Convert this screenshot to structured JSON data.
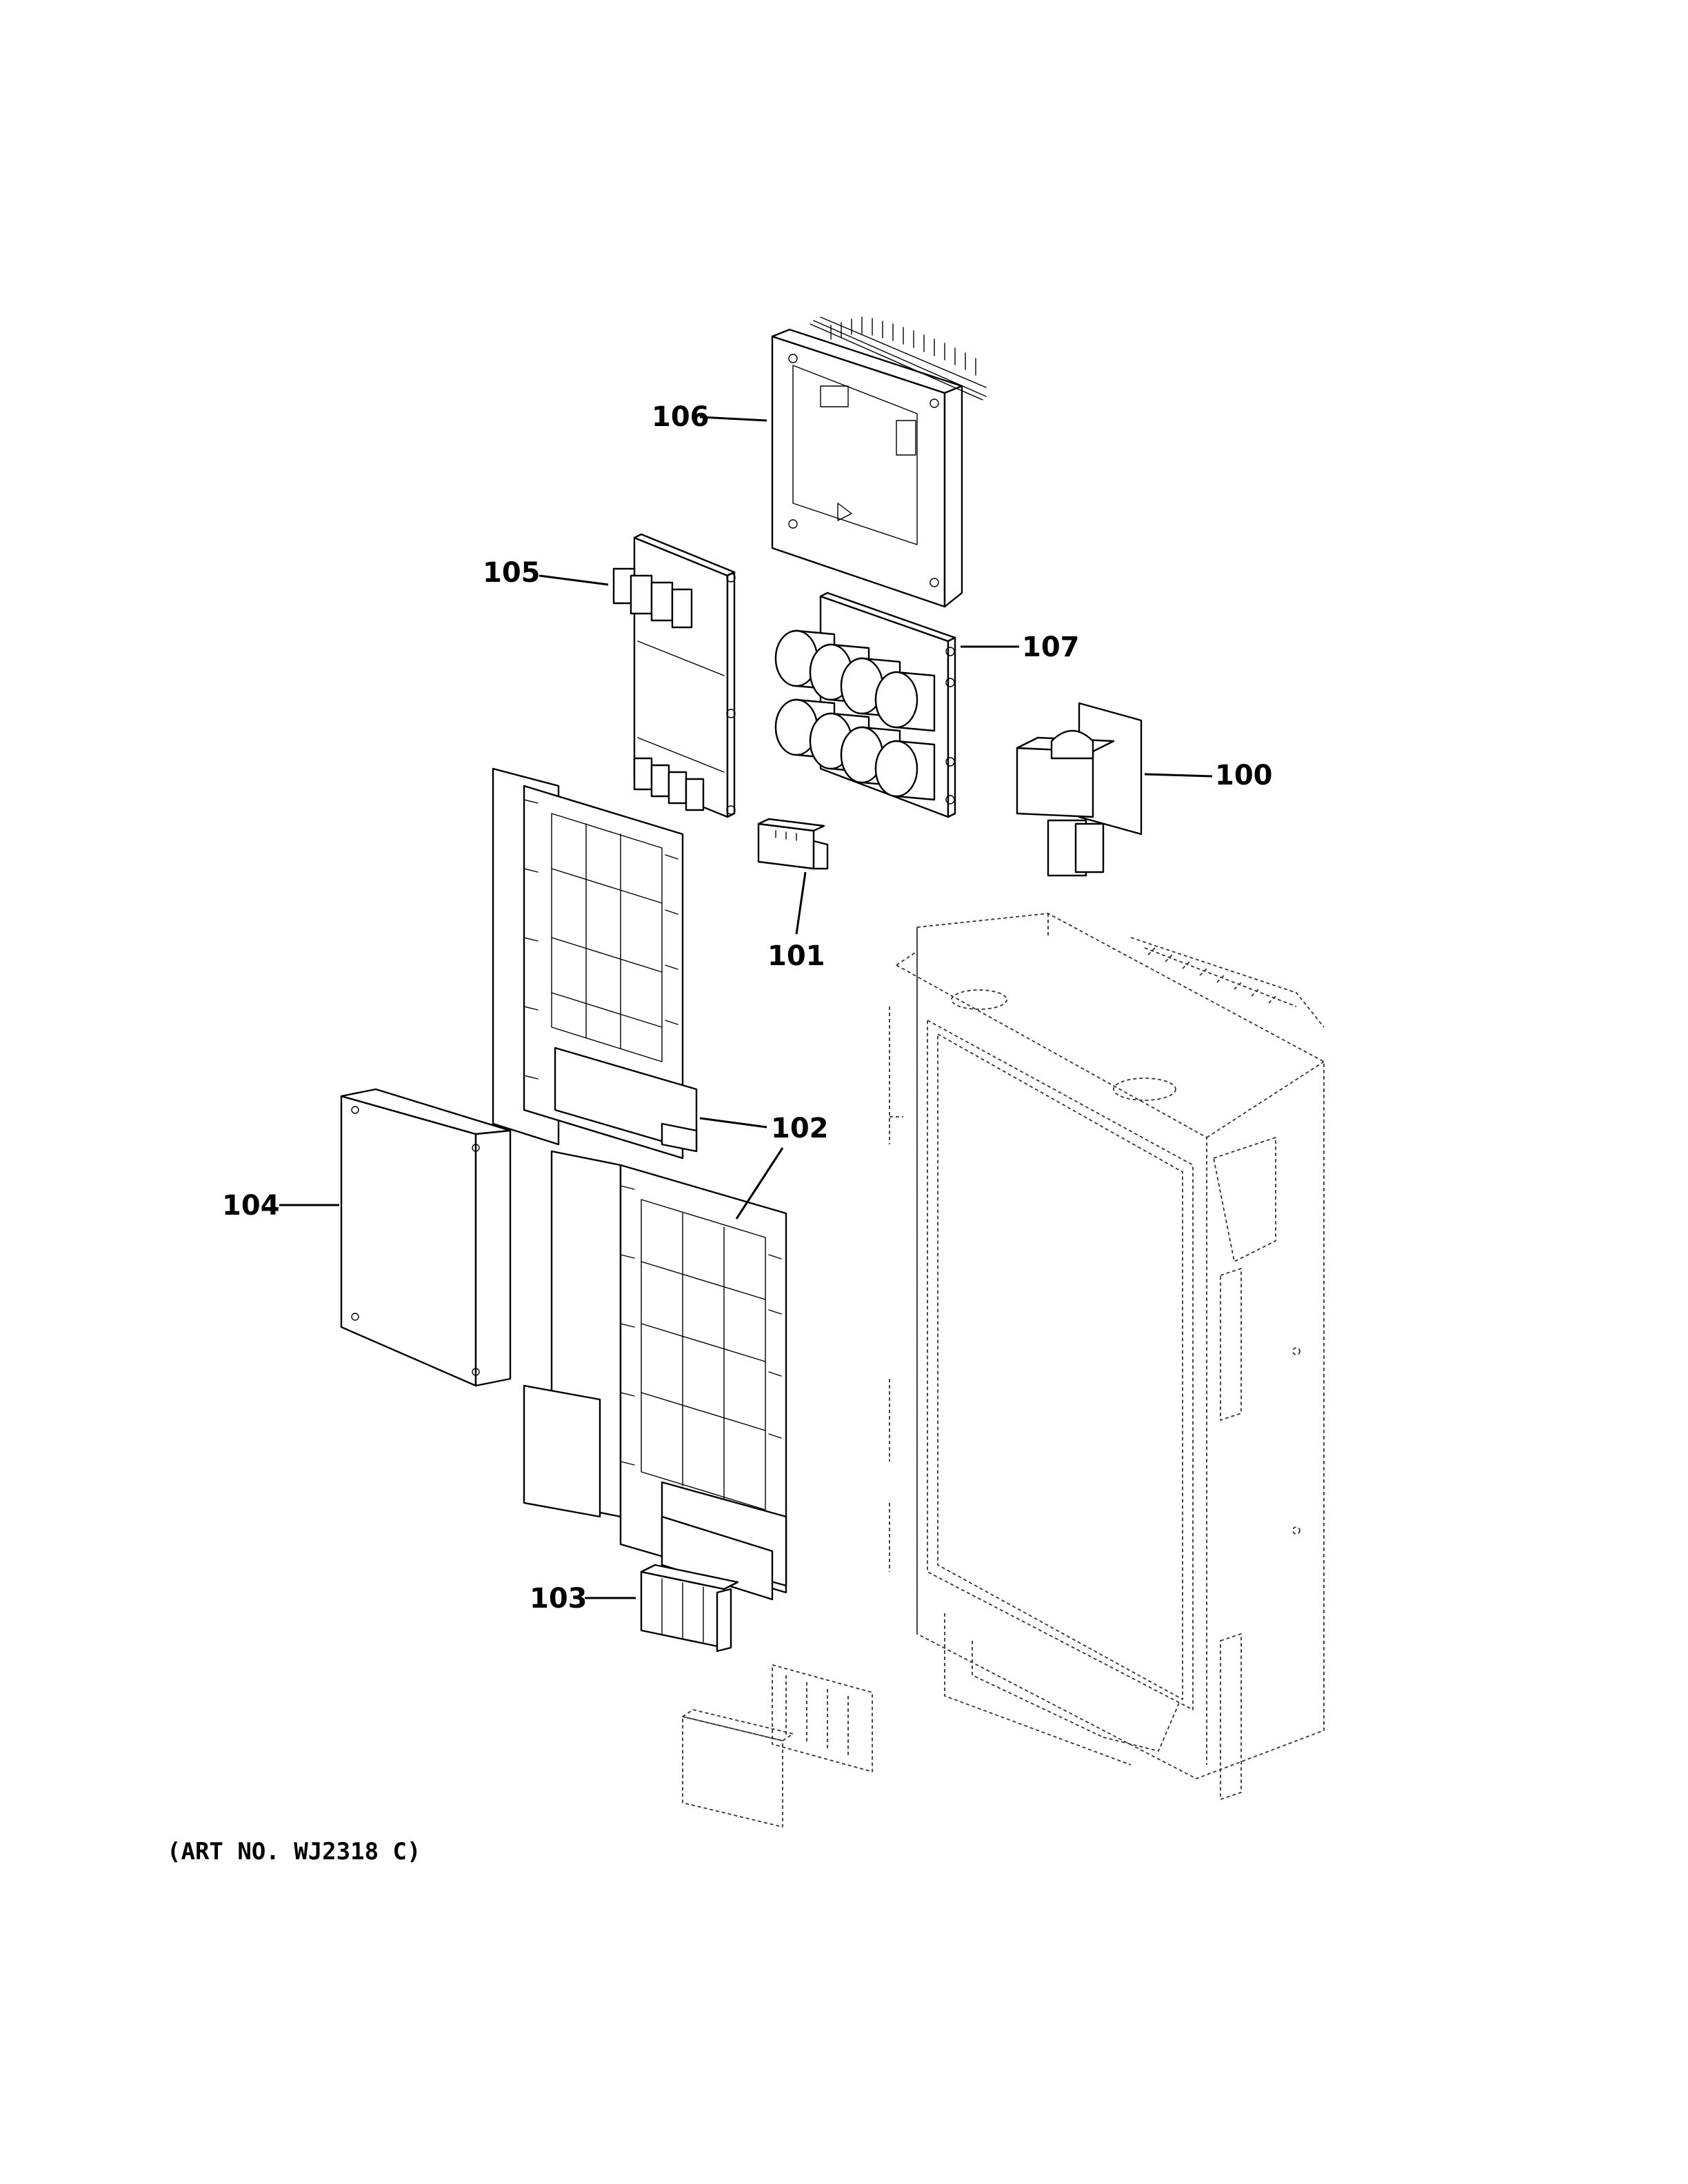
{
  "diagram": {
    "art_number": "(ART NO. WJ2318 C)",
    "callouts": [
      {
        "id": "c100",
        "label": "100"
      },
      {
        "id": "c101",
        "label": "101"
      },
      {
        "id": "c102",
        "label": "102"
      },
      {
        "id": "c103",
        "label": "103"
      },
      {
        "id": "c104",
        "label": "104"
      },
      {
        "id": "c105",
        "label": "105"
      },
      {
        "id": "c106",
        "label": "106"
      },
      {
        "id": "c107",
        "label": "107"
      }
    ]
  }
}
